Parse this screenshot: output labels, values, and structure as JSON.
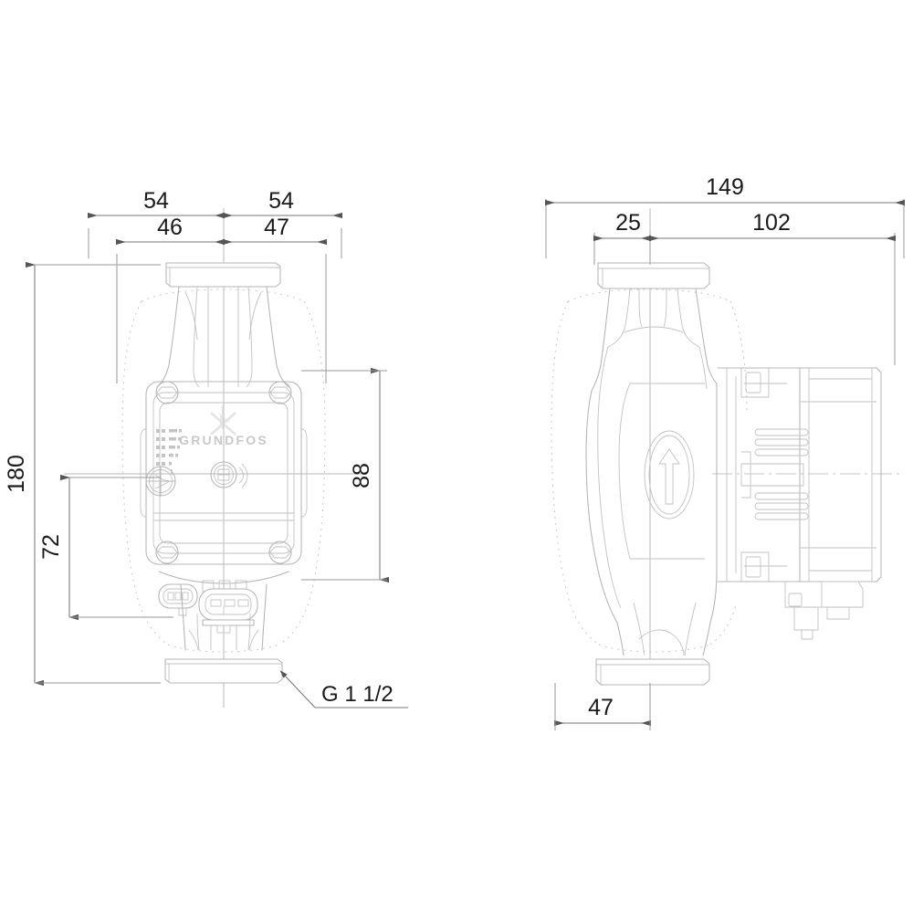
{
  "drawing": {
    "title": "Grundfos circulator pump dimensional drawing",
    "subject": "circulator-pump",
    "units": "mm",
    "line_color": "#b4b4b4",
    "dim_color": "#1a1a1a",
    "background": "#ffffff"
  },
  "front_view": {
    "name": "front-elevation",
    "brand_text": "GRUNDFOS",
    "dimensions": {
      "top_chain_upper": [
        {
          "label": "54",
          "id": "dim-54-left"
        },
        {
          "label": "54",
          "id": "dim-54-right"
        }
      ],
      "top_chain_lower": [
        {
          "label": "46",
          "id": "dim-46"
        },
        {
          "label": "47",
          "id": "dim-47-front"
        }
      ],
      "left_overall": {
        "label": "180",
        "id": "dim-180"
      },
      "left_partial": {
        "label": "72",
        "id": "dim-72"
      },
      "right_partial": {
        "label": "88",
        "id": "dim-88"
      }
    },
    "callout": {
      "label": "G 1 1/2",
      "id": "thread-callout"
    },
    "controls": {
      "led_bars": 5,
      "button": "mode-button",
      "display": "status-display"
    }
  },
  "side_view": {
    "name": "side-elevation",
    "dimensions": {
      "top_overall": {
        "label": "149",
        "id": "dim-149"
      },
      "top_chain": [
        {
          "label": "25",
          "id": "dim-25"
        },
        {
          "label": "102",
          "id": "dim-102"
        }
      ],
      "bottom": {
        "label": "47",
        "id": "dim-47-side"
      }
    },
    "features": {
      "flow_arrow": "flow-direction-arrow",
      "cooling_fins": 8
    }
  }
}
